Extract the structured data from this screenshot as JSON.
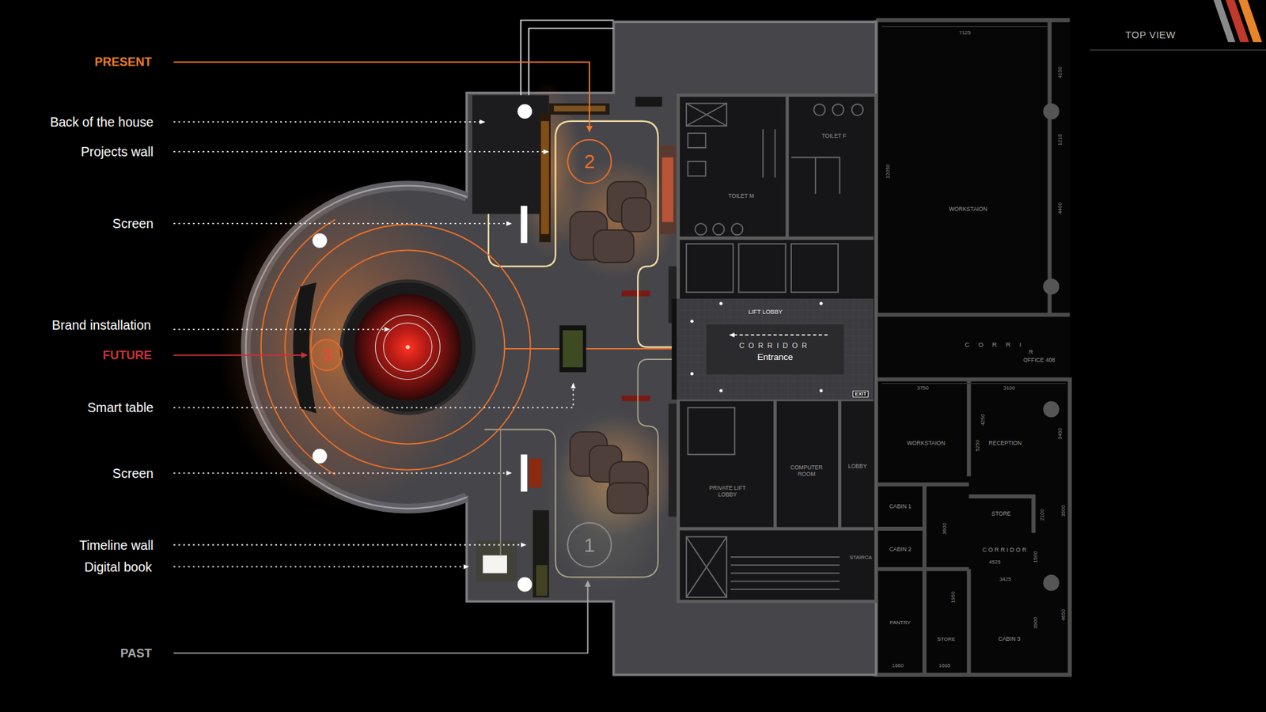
{
  "diagram": {
    "nodes": [
      {
        "text": [
          "2"
        ]
      },
      {
        "text": [
          "CORRIDOR",
          "Entrance"
        ]
      },
      {
        "text": [
          "3"
        ]
      },
      {
        "text": [
          "1"
        ]
      }
    ],
    "labels": [
      "PRESENT",
      "Back of the house",
      "Projects wall",
      "Screen",
      "Brand installation",
      "FUTURE",
      "Smart table",
      "Screen",
      "Timeline wall",
      "Digital book",
      "PAST",
      "TOP VIEW",
      "TOILET F",
      "TOILET M",
      "WORKSTAION",
      "LIFT LOBBY",
      "EXIT",
      "CORRI",
      "R",
      "OFFICE 408",
      "WORKSTAION",
      "RECEPTION",
      "COMPUTER ROOM",
      "LOBBY",
      "PRIVATE LIFT LOBBY",
      "STORE",
      "CABIN 1",
      "CABIN 2",
      "CORRIDOR",
      "STAIRCA",
      "PANTRY",
      "STORE",
      "CABIN 3",
      "7125",
      "4150",
      "1215",
      "12050",
      "4400",
      "3750",
      "3100",
      "4250",
      "5250",
      "3450",
      "2100",
      "3600",
      "3500",
      "4525",
      "3425",
      "1950",
      "3900",
      "4650",
      "1660",
      "1665",
      "1500"
    ]
  }
}
